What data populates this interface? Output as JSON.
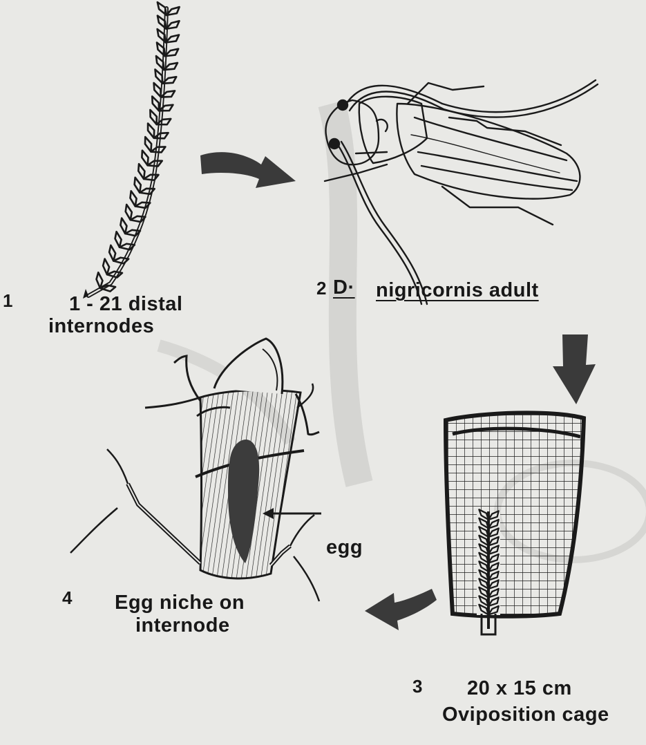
{
  "panels": {
    "p1": {
      "number": "1",
      "caption_line1": "1 - 21 distal",
      "caption_line2": "internodes"
    },
    "p2": {
      "number": "2",
      "genus_abbrev": "D",
      "species_label": "nigricornis adult"
    },
    "p3": {
      "number": "3",
      "size_label": "20 x 15 cm",
      "title": "Oviposition cage"
    },
    "p4": {
      "number": "4",
      "caption_line1": "Egg niche on",
      "caption_line2": "internode",
      "egg_label": "egg"
    }
  },
  "colors": {
    "ink": "#1a1a1a",
    "arrow": "#3a3a3a",
    "egg": "#3c3c3c",
    "paper": "#e9e9e6"
  }
}
